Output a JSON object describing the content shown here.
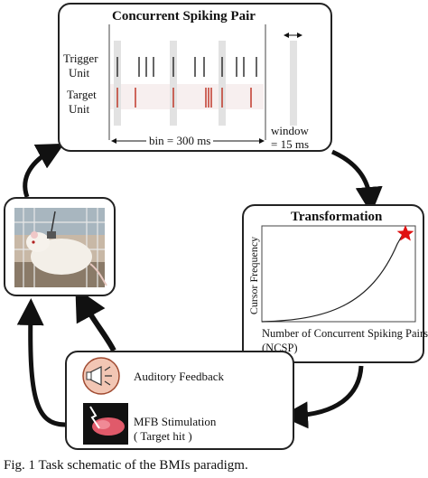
{
  "spiking_panel": {
    "title": "Concurrent Spiking Pair",
    "trigger_label_1": "Trigger",
    "trigger_label_2": "Unit",
    "target_label_1": "Target",
    "target_label_2": "Unit",
    "bin_label": "bin = 300 ms",
    "window_label_1": "window",
    "window_label_2": "= 15 ms",
    "colors": {
      "trigger_spike": "#333333",
      "target_spike": "#c0392b",
      "highlight": "#e2e2e2"
    }
  },
  "transformation_panel": {
    "title": "Transformation",
    "ylabel": "Cursor Frequency",
    "xlabel_1": "Number of Concurrent Spiking Pairs",
    "xlabel_2": "(NCSP)",
    "colors": {
      "curve": "#222222",
      "star": "#e01010"
    }
  },
  "feedback_panel": {
    "auditory_label": "Auditory Feedback",
    "mfb_label_1": "MFB Stimulation",
    "mfb_label_2": "( Target hit )",
    "icons": [
      "megaphone-icon",
      "brain-stimulation-icon"
    ]
  },
  "rat_panel": {
    "icons": [
      "rat-photo"
    ]
  },
  "caption": "Fig. 1 Task schematic of the BMIs paradigm."
}
